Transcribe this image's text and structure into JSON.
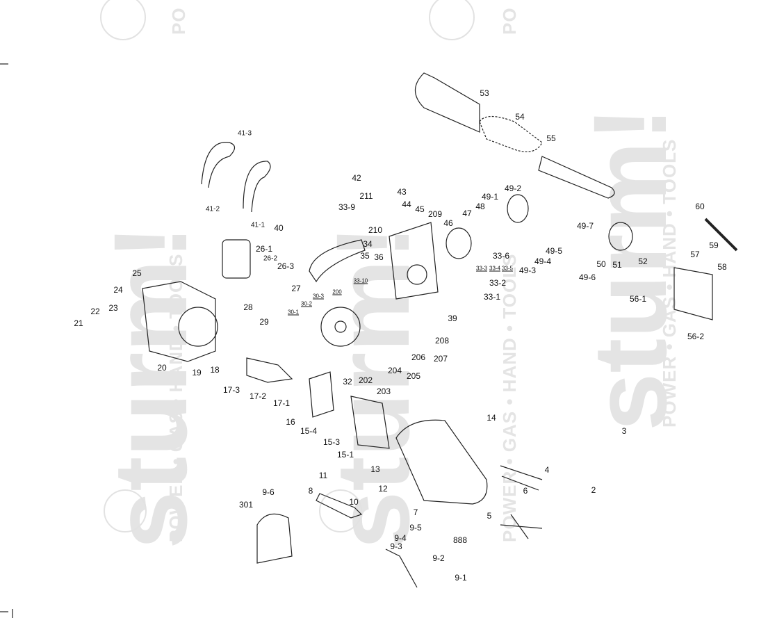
{
  "watermark": {
    "brand": "sturm!",
    "slogan": "POWER • GAS • HAND • TOOLS",
    "corner_text": "PO"
  },
  "labels": [
    "41-3",
    "41-2",
    "41-1",
    "40",
    "42",
    "43",
    "211",
    "33-9",
    "44",
    "45",
    "209",
    "210",
    "34",
    "35",
    "36",
    "46",
    "47",
    "48",
    "49-1",
    "49-2",
    "53",
    "54",
    "55",
    "60",
    "49-7",
    "49-5",
    "49-4",
    "49-3",
    "49-6",
    "50",
    "51",
    "52",
    "57",
    "59",
    "58",
    "33-6",
    "33-3",
    "33-4",
    "33-5",
    "33-2",
    "33-1",
    "33-10",
    "39",
    "26-1",
    "26-2",
    "26-3",
    "27",
    "25",
    "24",
    "22",
    "23",
    "21",
    "28",
    "29",
    "30-1",
    "30-2",
    "30-3",
    "200",
    "208",
    "207",
    "206",
    "205",
    "204",
    "203",
    "202",
    "32",
    "20",
    "19",
    "18",
    "17-3",
    "17-2",
    "17-1",
    "16",
    "15-4",
    "15-3",
    "15-1",
    "14",
    "3",
    "2",
    "4",
    "6",
    "5",
    "13",
    "11",
    "12",
    "10",
    "7",
    "8",
    "9-6",
    "301",
    "9-5",
    "9-4",
    "9-3",
    "888",
    "9-2",
    "9-1",
    "56-1",
    "56-2"
  ]
}
